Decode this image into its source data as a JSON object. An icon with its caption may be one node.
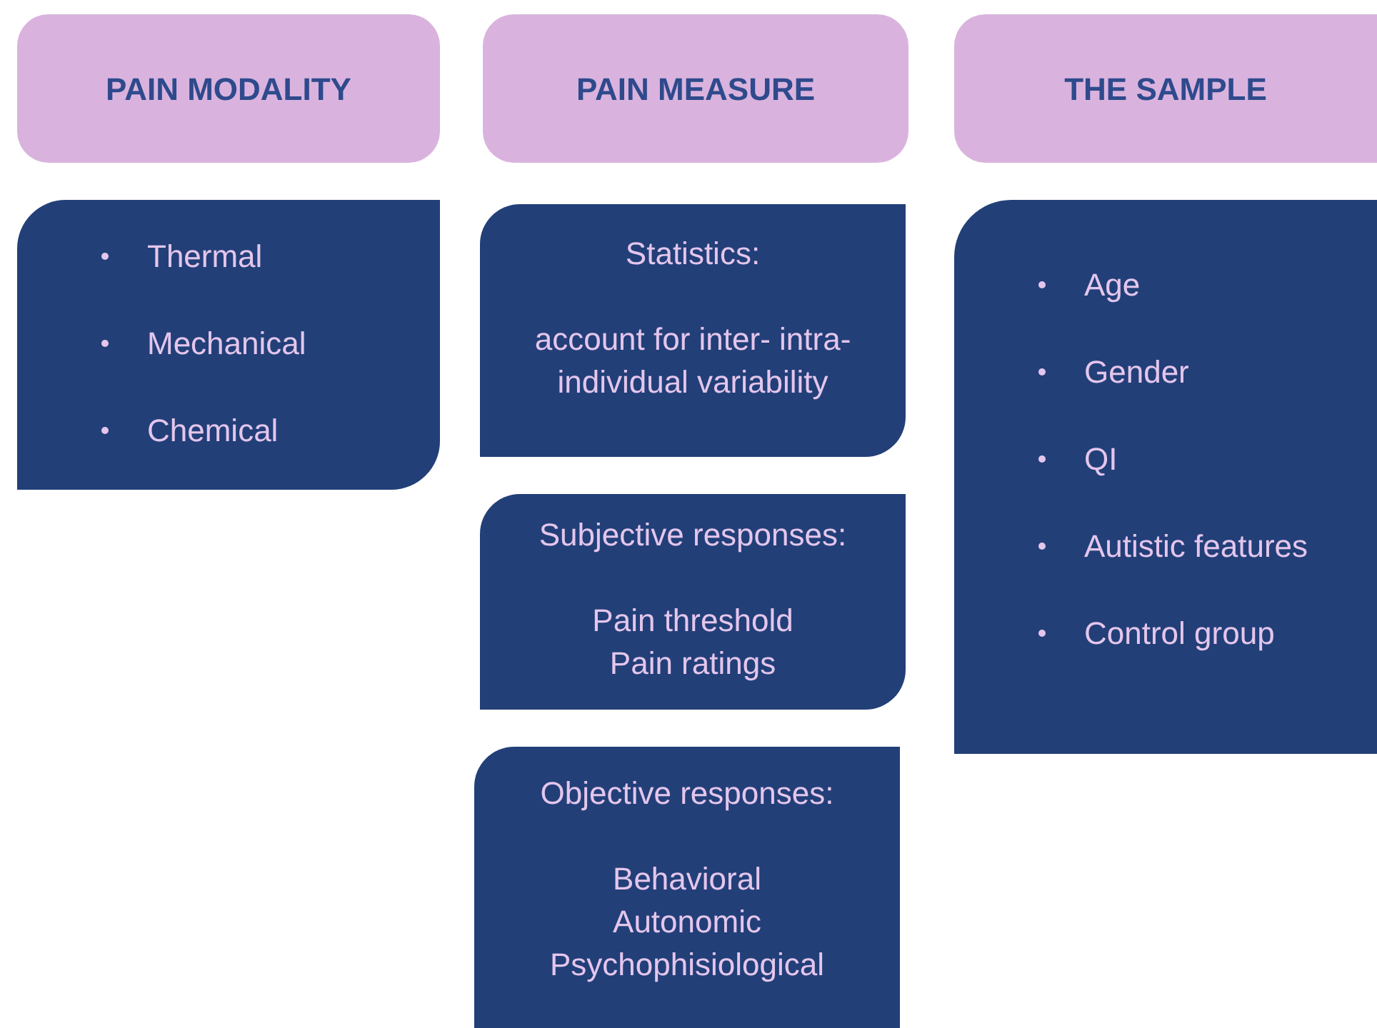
{
  "diagram": {
    "nodes": [
      {
        "text": [
          "PAIN MODALITY"
        ]
      },
      {
        "text": [
          "PAIN MEASURE"
        ]
      },
      {
        "text": [
          "THE SAMPLE"
        ]
      },
      {
        "text": [
          "Thermal",
          "Mechanical",
          "Chemical"
        ]
      },
      {
        "text": [
          "Statistics:",
          "account for inter- intra-individual variability"
        ]
      },
      {
        "text": [
          "Subjective responses:",
          "Pain threshold",
          "Pain ratings"
        ]
      },
      {
        "text": [
          "Objective responses:",
          "Behavioral",
          "Autonomic",
          "Psychophisiological"
        ]
      },
      {
        "text": [
          "Age",
          "Gender",
          "QI",
          "Autistic features",
          "Control group"
        ]
      }
    ]
  }
}
